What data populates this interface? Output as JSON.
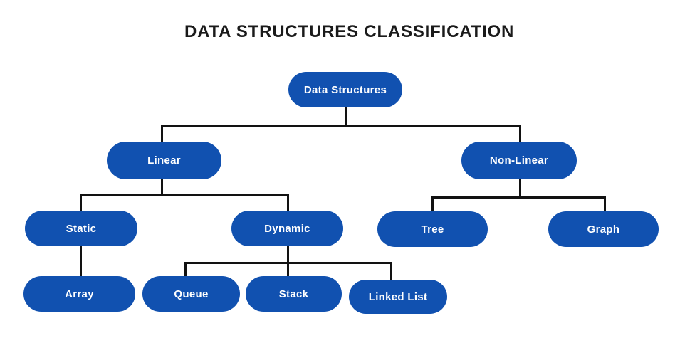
{
  "title": "DATA STRUCTURES CLASSIFICATION",
  "colors": {
    "node_fill": "#1151B0",
    "node_text": "#FFFFFF",
    "line": "#121212",
    "background": "#FFFFFF",
    "title_text": "#1A1A1A"
  },
  "nodes": {
    "root": {
      "label": "Data Structures"
    },
    "linear": {
      "label": "Linear"
    },
    "nonlinear": {
      "label": "Non-Linear"
    },
    "static": {
      "label": "Static"
    },
    "dynamic": {
      "label": "Dynamic"
    },
    "tree": {
      "label": "Tree"
    },
    "graph": {
      "label": "Graph"
    },
    "array": {
      "label": "Array"
    },
    "queue": {
      "label": "Queue"
    },
    "stack": {
      "label": "Stack"
    },
    "linkedlist": {
      "label": "Linked List"
    }
  },
  "hierarchy": {
    "Data Structures": {
      "Linear": {
        "Static": [
          "Array"
        ],
        "Dynamic": [
          "Queue",
          "Stack",
          "Linked List"
        ]
      },
      "Non-Linear": {
        "Tree": [],
        "Graph": []
      }
    }
  }
}
